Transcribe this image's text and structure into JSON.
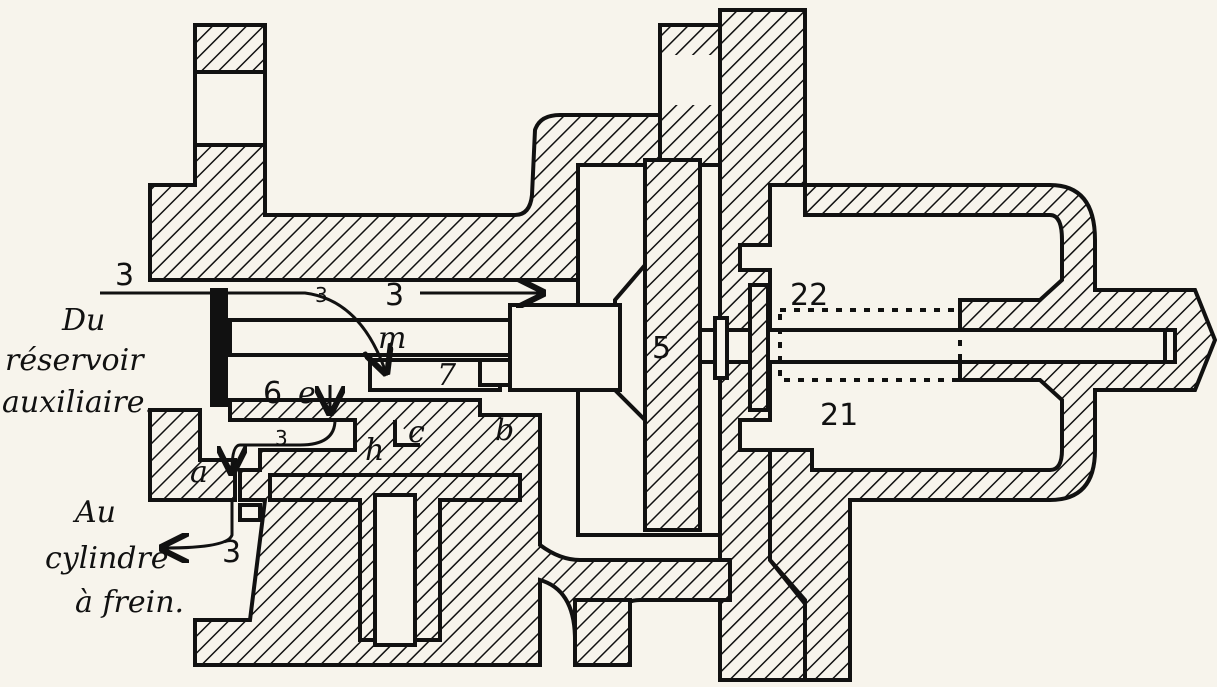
{
  "diagram": {
    "colors": {
      "ink": "#111111",
      "paper": "#f7f4ec"
    },
    "labels": {
      "flow_in": "3",
      "source_line1": "Du",
      "source_line2": "réservoir",
      "source_line3": "auxiliaire.",
      "flow_upper_a": "3",
      "flow_upper_b": "3",
      "stem": "m",
      "piston": "5",
      "spring_upper": "22",
      "spring_lower": "21",
      "port_6": "6",
      "port_e": "e",
      "valve_7": "7",
      "port_b": "b",
      "port_h": "h",
      "port_c": "c",
      "port_a": "a",
      "flow_small": "3",
      "dest_line1": "Au",
      "dest_line2": "cylindre",
      "dest_line3": "à frein.",
      "flow_out": "3"
    }
  }
}
